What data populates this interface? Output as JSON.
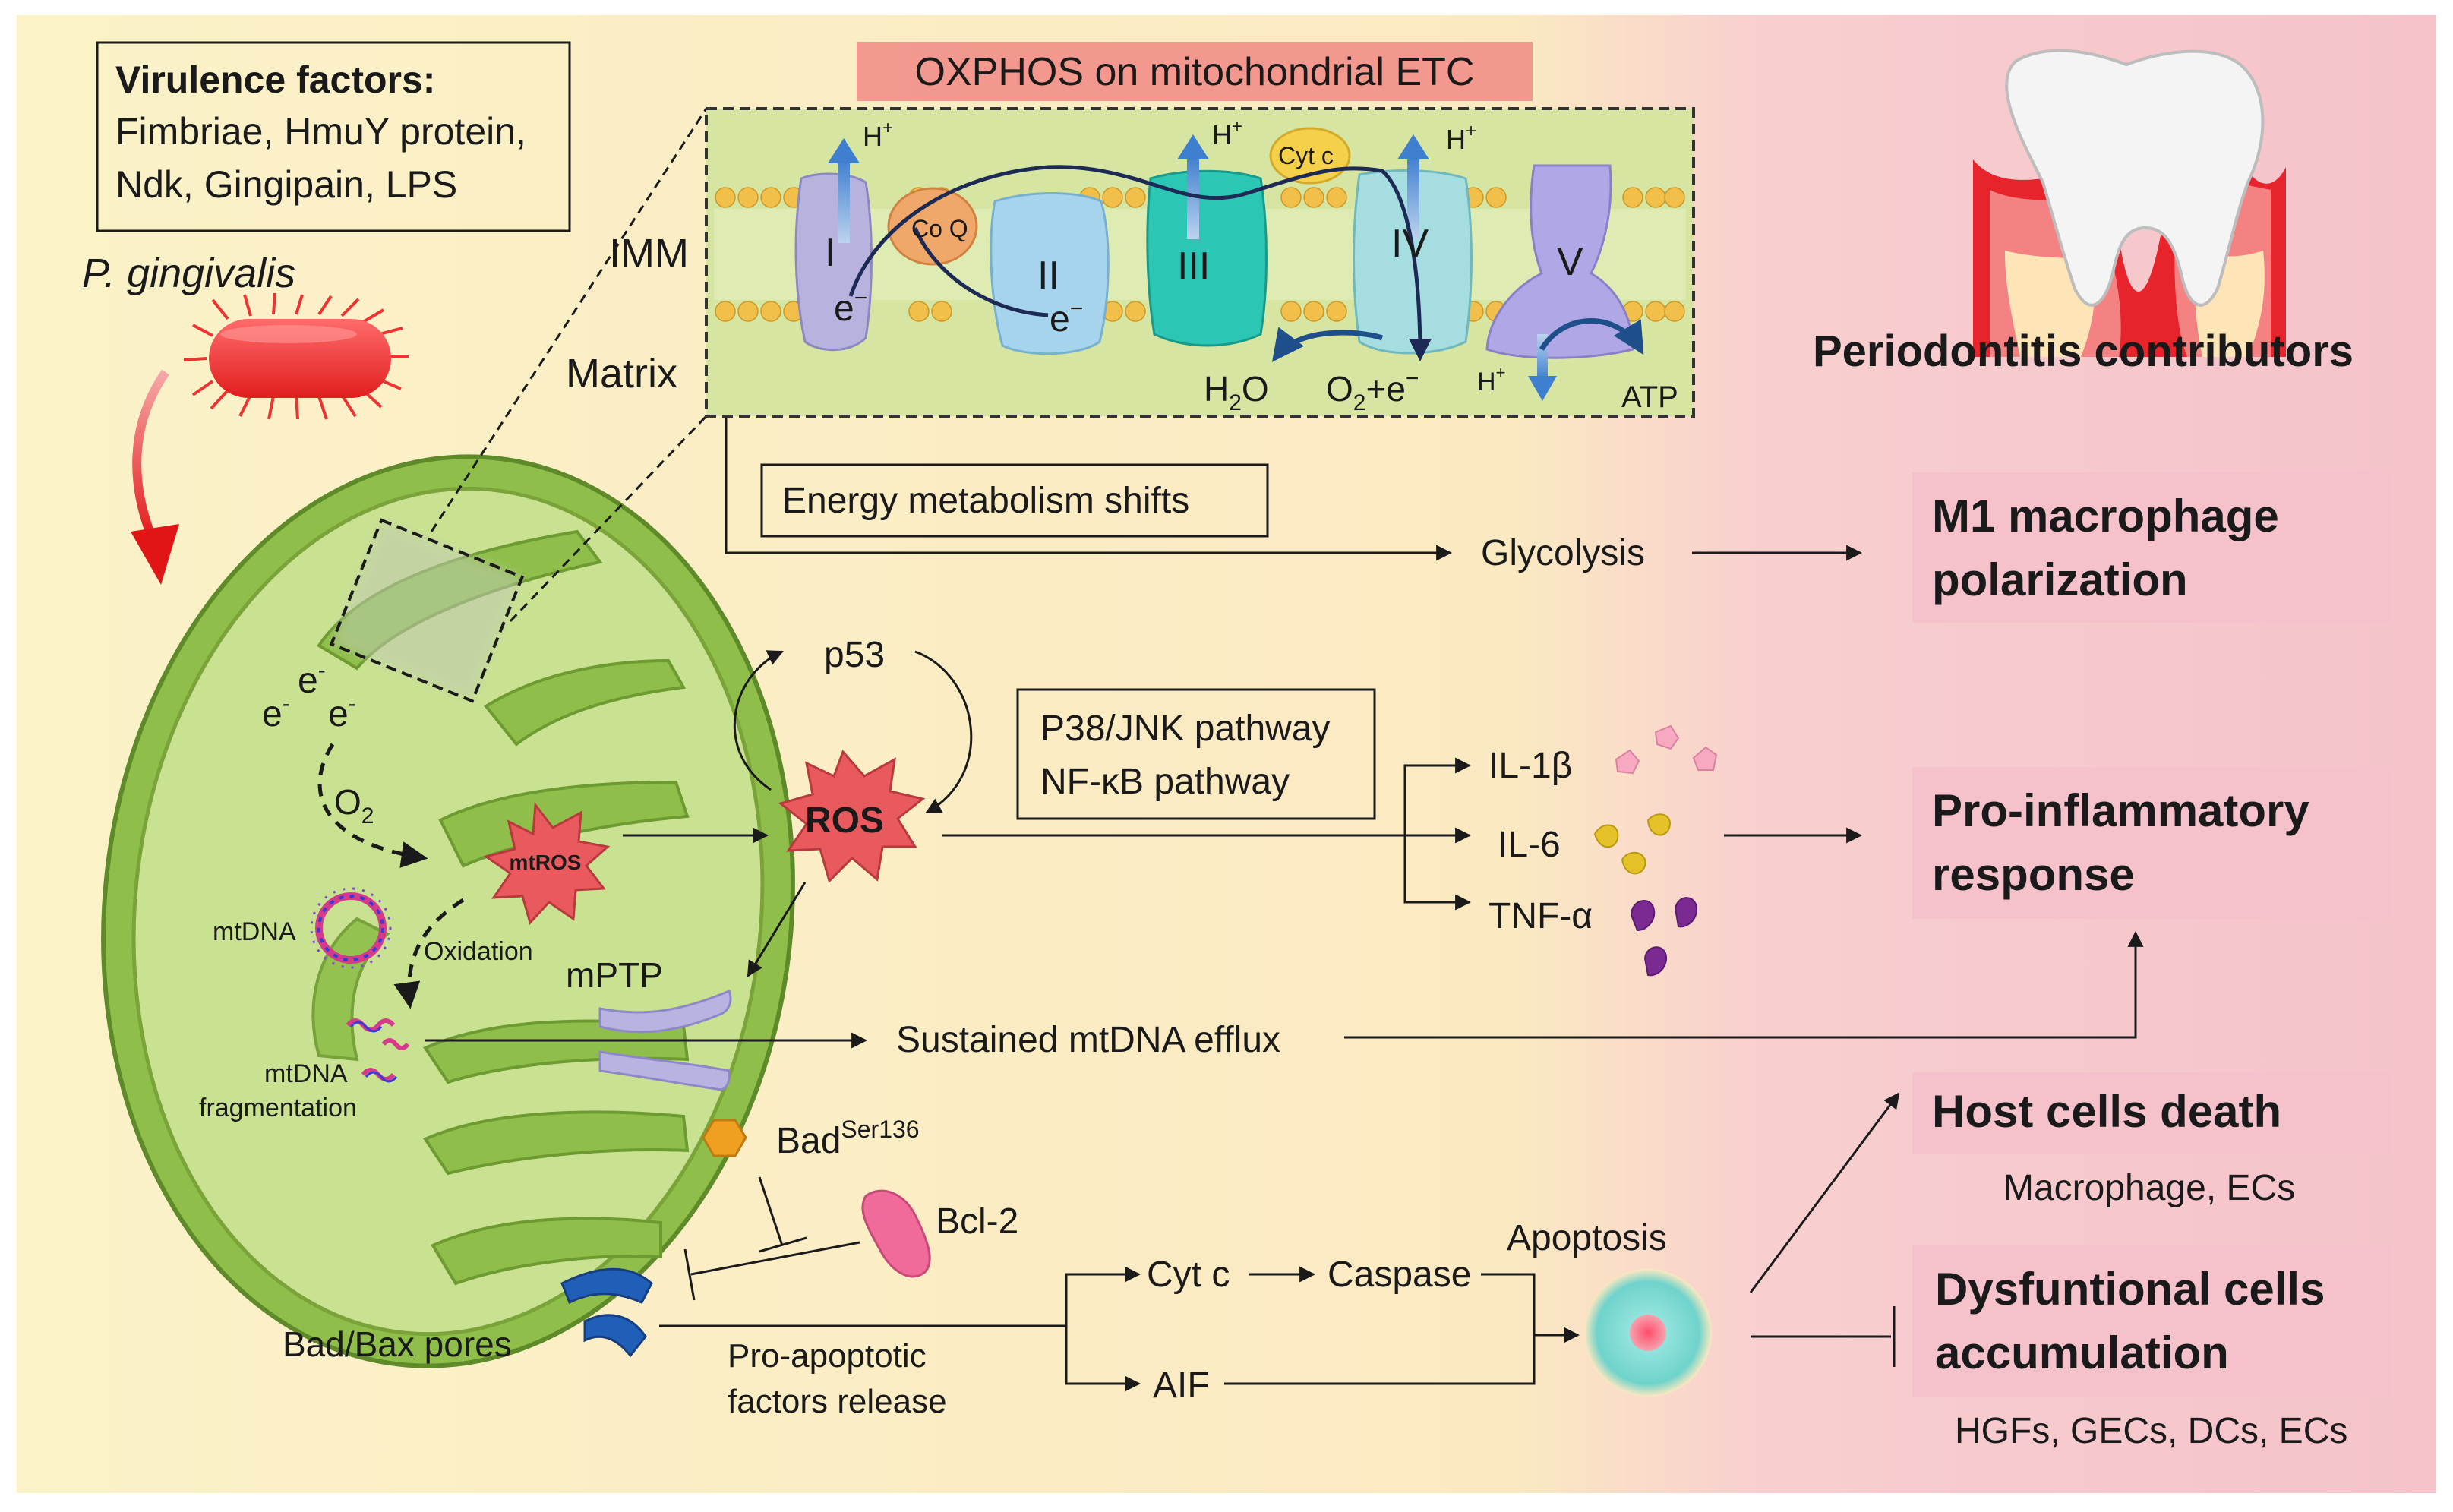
{
  "virulence_box": {
    "title": "Virulence factors:",
    "line1": "Fimbriae, HmuY protein,",
    "line2": "Ndk, Gingipain, LPS"
  },
  "bacterium_label": "P. gingivalis",
  "oxphos": {
    "title": "OXPHOS on mitochondrial  ETC",
    "imm": "IMM",
    "matrix": "Matrix",
    "h_plus": "H",
    "h_sup": "+",
    "complex_1": "I",
    "complex_2": "II",
    "complex_3": "III",
    "complex_4": "IV",
    "complex_5": "V",
    "co_q": "Co Q",
    "cyt_c": "Cyt c",
    "electron": "e",
    "electron_sup": "−",
    "water_h": "H",
    "water_sub": "2",
    "water_o": "O",
    "oxygen_o": "O",
    "oxygen_sub": "2",
    "oxygen_e": "+e",
    "oxygen_sup": "−",
    "atp": "ATP"
  },
  "mito": {
    "e1": "e",
    "e2": "e",
    "e3": "e",
    "e_sup": "-",
    "o2_o": "O",
    "o2_sub": "2",
    "mtros": "mtROS",
    "mtdna": "mtDNA",
    "oxidation": "Oxidation",
    "mtdna_frag1": "mtDNA",
    "mtdna_frag2": "fragmentation",
    "mptp": "mPTP",
    "pores": "Bad/Bax pores"
  },
  "pathway": {
    "energy_box": "Energy metabolism shifts",
    "glycolysis": "Glycolysis",
    "p53": "p53",
    "ros": "ROS",
    "signal_box_1": "P38/JNK pathway",
    "signal_box_2": "NF-κB pathway",
    "il1b": "IL-1β",
    "il6": "IL-6",
    "tnfa": "TNF-α",
    "mtdna_efflux": "Sustained mtDNA efflux",
    "bad": "Bad",
    "bad_sup": "Ser136",
    "bcl2": "Bcl-2",
    "pro_apoptotic_1": "Pro-apoptotic",
    "pro_apoptotic_2": "factors release",
    "cyt_c": "Cyt c",
    "caspase": "Caspase",
    "aif": "AIF",
    "apoptosis": "Apoptosis"
  },
  "contributors": {
    "header": "Periodontitis contributors",
    "m1_line1": "M1 macrophage",
    "m1_line2": "polarization",
    "inflam_line1": "Pro-inflammatory",
    "inflam_line2": "response",
    "death": "Host cells death",
    "death_sub": "Macrophage, ECs",
    "dys_line1": "Dysfuntional cells",
    "dys_line2": "accumulation",
    "dys_sub": "HGFs, GECs, DCs, ECs"
  },
  "colors": {
    "bg_left": "#fbf2c8",
    "bg_right": "#f6c6cc",
    "mito_outer": "#7faf3a",
    "mito_inner": "#c5df8a",
    "panel_fill": "#d8e8a8",
    "ros_fill": "#e85a5e",
    "title_band": "#f08a86",
    "label_box": "#f5c2cb"
  }
}
